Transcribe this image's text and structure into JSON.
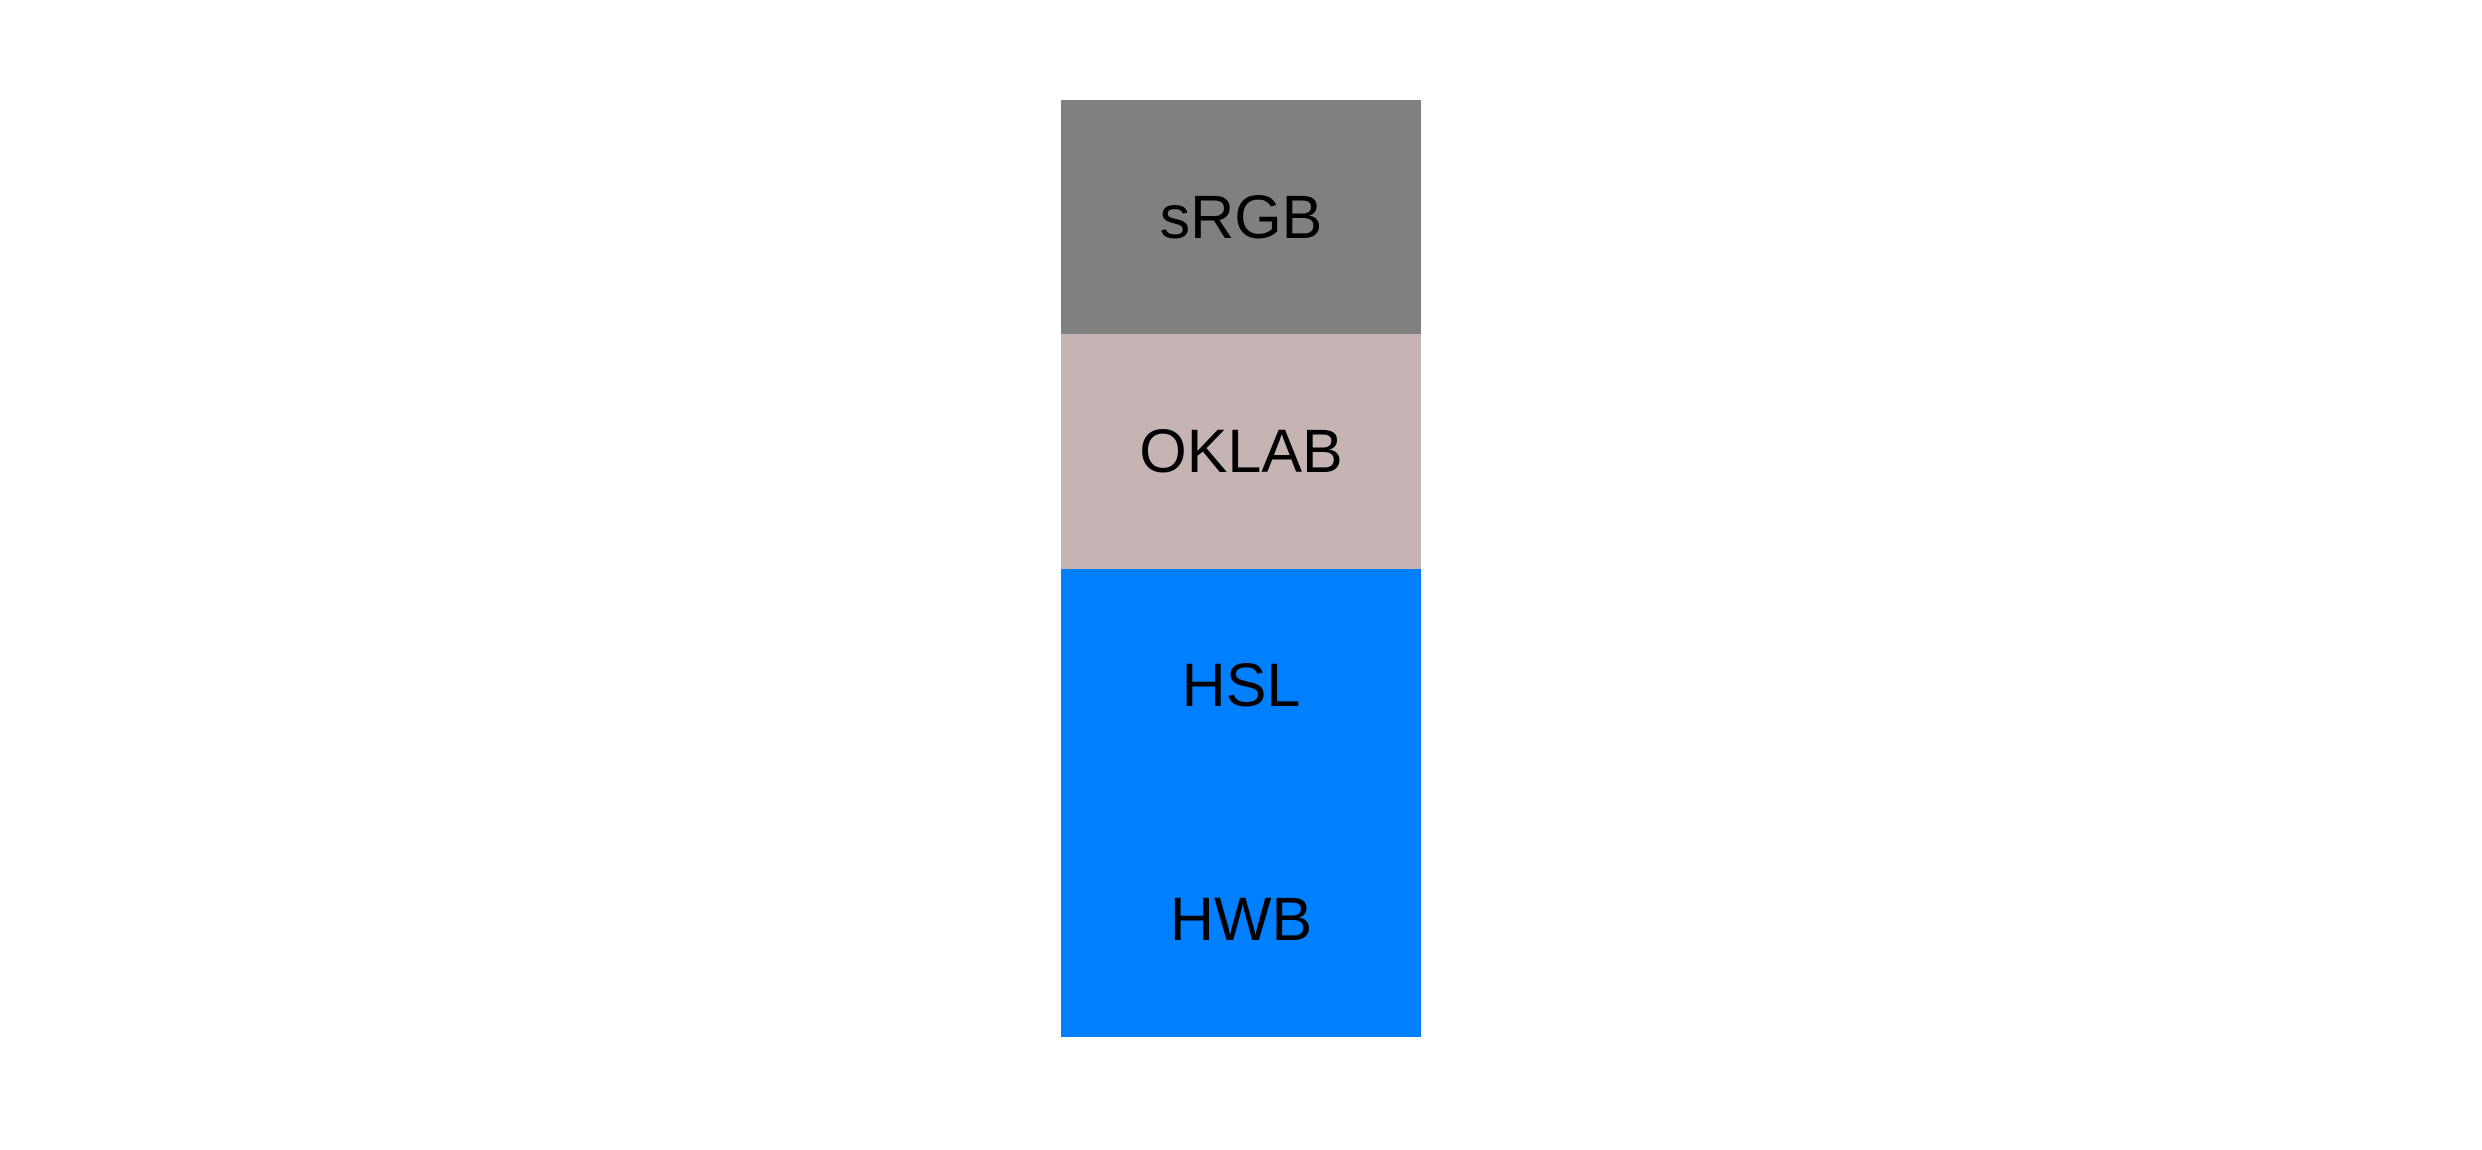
{
  "page": {
    "background": "#ffffff",
    "label_text_color": "#000000"
  },
  "swatches": [
    {
      "label": "sRGB",
      "color": "#808080"
    },
    {
      "label": "OKLAB",
      "color": "#c6b4b4"
    },
    {
      "label": "HSL",
      "color": "#0080ff"
    },
    {
      "label": "HWB",
      "color": "#0080ff"
    }
  ]
}
